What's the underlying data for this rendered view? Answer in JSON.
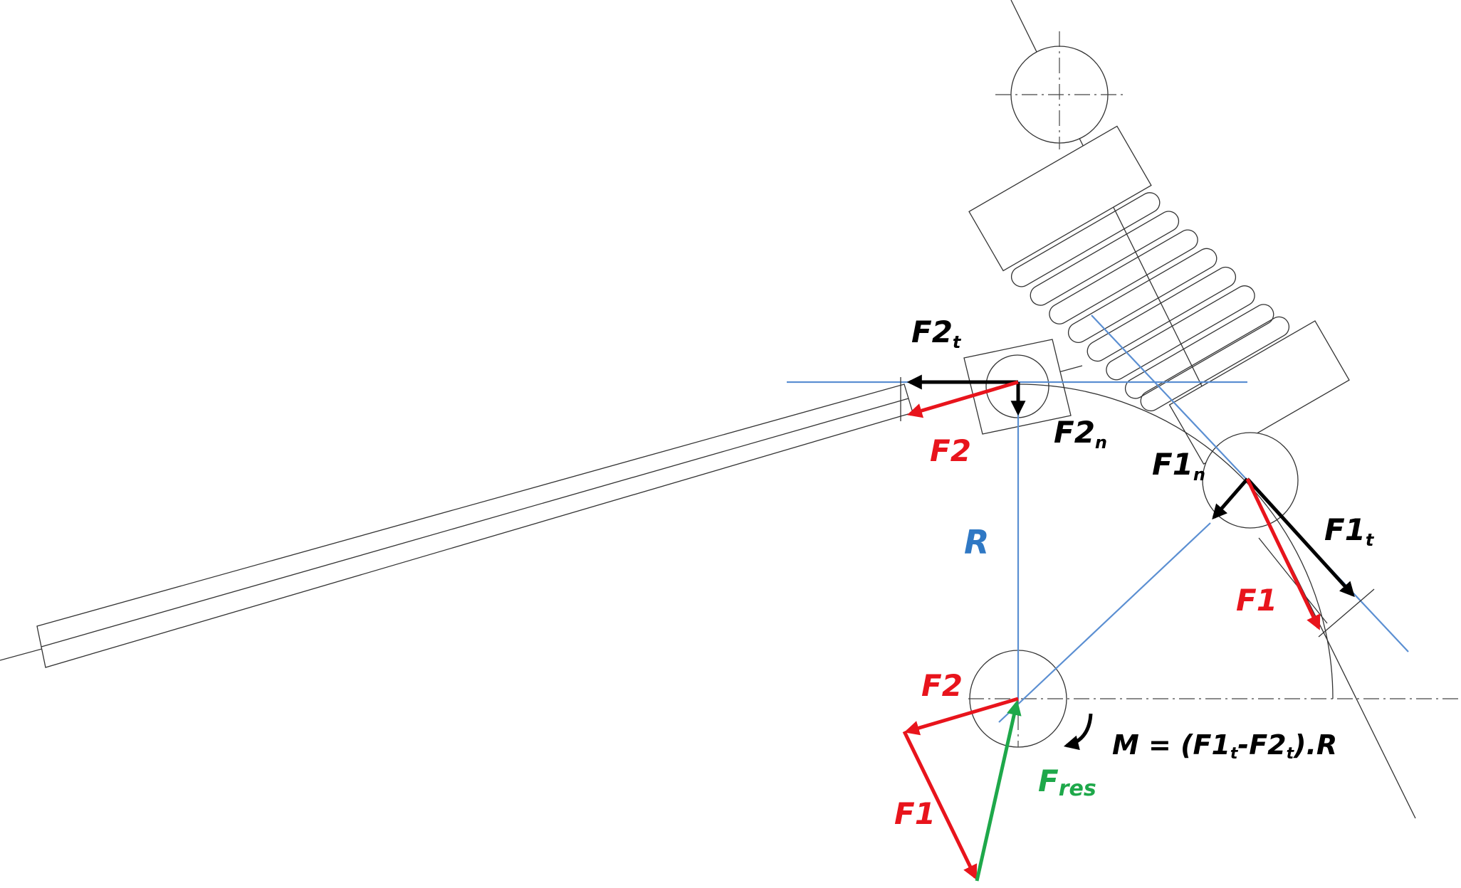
{
  "colors": {
    "force": "#e8141c",
    "component": "#000000",
    "resultant": "#1ea84a",
    "construction": "#5b8fd2",
    "drawing": "#333333"
  },
  "labels": {
    "f2t": {
      "main": "F2",
      "sub": "t"
    },
    "f2_top": {
      "main": "F2"
    },
    "f2n": {
      "main": "F2",
      "sub": "n"
    },
    "f1n": {
      "main": "F1",
      "sub": "n"
    },
    "f1t": {
      "main": "F1",
      "sub": "t"
    },
    "f1_right": {
      "main": "F1"
    },
    "radius": {
      "main": "R"
    },
    "f2_bottom": {
      "main": "F2"
    },
    "fres": {
      "main": "F",
      "sub": "res"
    },
    "f1_bottom": {
      "main": "F1"
    },
    "moment": {
      "main": "M = (F1",
      "sub1": "t",
      "mid": "-F2",
      "sub2": "t",
      "end": ").R"
    }
  }
}
